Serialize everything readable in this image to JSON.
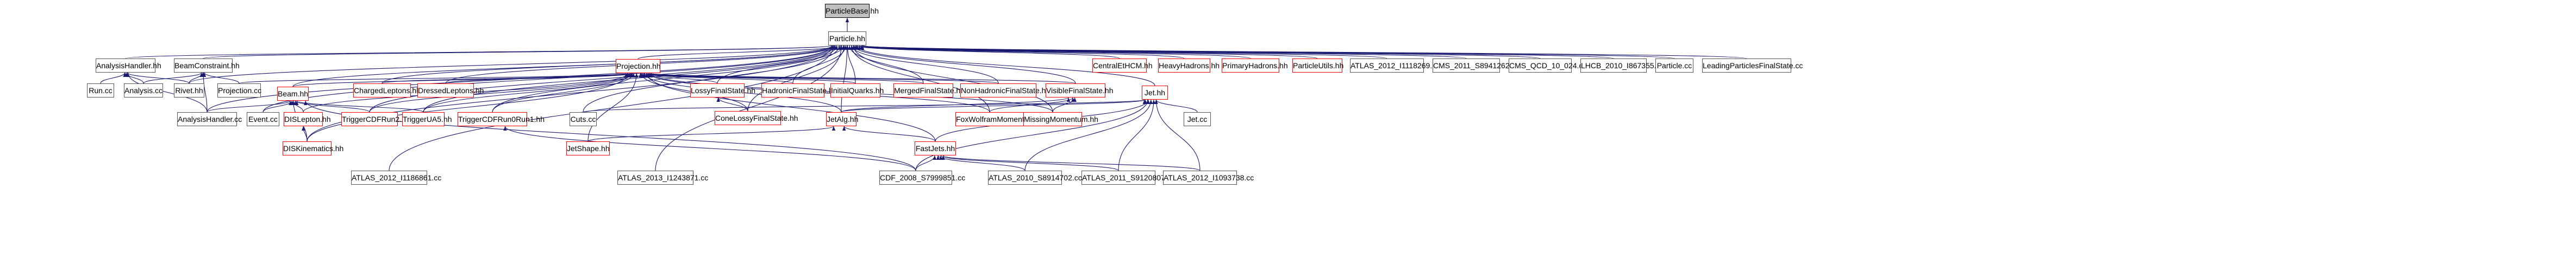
{
  "graph": {
    "edge_color": "#191970",
    "focus_fill": "#bfbfbf",
    "incomplete_border": "#ff0000",
    "nodes": [
      {
        "id": "particlebase",
        "label": "ParticleBase.hh",
        "focus": true
      },
      {
        "id": "particle",
        "label": "Particle.hh"
      },
      {
        "id": "analysishandler_hh",
        "label": "AnalysisHandler.hh"
      },
      {
        "id": "beamconstraint_hh",
        "label": "BeamConstraint.hh"
      },
      {
        "id": "projection_hh",
        "label": "Projection.hh",
        "red": true
      },
      {
        "id": "centraletahcm",
        "label": "CentralEtHCM.hh",
        "red": true
      },
      {
        "id": "heavyhadrons",
        "label": "HeavyHadrons.hh",
        "red": true
      },
      {
        "id": "primaryhadrons",
        "label": "PrimaryHadrons.hh",
        "red": true
      },
      {
        "id": "particleutils",
        "label": "ParticleUtils.hh",
        "red": true
      },
      {
        "id": "atlas2012_1118269",
        "label": "ATLAS_2012_I1118269.cc"
      },
      {
        "id": "cms2011_s8941262",
        "label": "CMS_2011_S8941262.cc"
      },
      {
        "id": "cmsqcd10024",
        "label": "CMS_QCD_10_024.cc"
      },
      {
        "id": "lhcb2010_i867355",
        "label": "LHCB_2010_I867355.cc"
      },
      {
        "id": "particle_cc",
        "label": "Particle.cc"
      },
      {
        "id": "leadingparticles",
        "label": "LeadingParticlesFinalState.cc"
      },
      {
        "id": "run_cc",
        "label": "Run.cc"
      },
      {
        "id": "analysis_cc",
        "label": "Analysis.cc"
      },
      {
        "id": "rivet_hh",
        "label": "Rivet.hh"
      },
      {
        "id": "projection_cc",
        "label": "Projection.cc"
      },
      {
        "id": "chargedleptons",
        "label": "ChargedLeptons.hh",
        "red": true
      },
      {
        "id": "dressedleptons",
        "label": "DressedLeptons.hh",
        "red": true
      },
      {
        "id": "lossyfinalstate",
        "label": "LossyFinalState.hh",
        "red": true
      },
      {
        "id": "hadronicfinalstate",
        "label": "HadronicFinalState.hh",
        "red": true
      },
      {
        "id": "initialquarks",
        "label": "InitialQuarks.hh",
        "red": true
      },
      {
        "id": "mergedfinalstate",
        "label": "MergedFinalState.hh",
        "red": true
      },
      {
        "id": "nonhadronicfinalstate",
        "label": "NonHadronicFinalState.hh",
        "red": true
      },
      {
        "id": "visiblefinalstate",
        "label": "VisibleFinalState.hh",
        "red": true
      },
      {
        "id": "beam_hh",
        "label": "Beam.hh",
        "red": true
      },
      {
        "id": "jet_hh",
        "label": "Jet.hh",
        "red": true
      },
      {
        "id": "analysishandler_cc",
        "label": "AnalysisHandler.cc"
      },
      {
        "id": "event_cc",
        "label": "Event.cc"
      },
      {
        "id": "dislepton",
        "label": "DISLepton.hh",
        "red": true
      },
      {
        "id": "triggercdfrun2",
        "label": "TriggerCDFRun2.hh",
        "red": true
      },
      {
        "id": "triggerua5",
        "label": "TriggerUA5.hh",
        "red": true
      },
      {
        "id": "triggercdfrun0run1",
        "label": "TriggerCDFRun0Run1.hh",
        "red": true
      },
      {
        "id": "cuts_cc",
        "label": "Cuts.cc"
      },
      {
        "id": "conelossyfinalstate",
        "label": "ConeLossyFinalState.hh",
        "red": true
      },
      {
        "id": "foxwolfram",
        "label": "FoxWolframMoments.hh",
        "red": true
      },
      {
        "id": "missingmomentum",
        "label": "MissingMomentum.hh",
        "red": true
      },
      {
        "id": "jetalg",
        "label": "JetAlg.hh",
        "red": true
      },
      {
        "id": "jet_cc",
        "label": "Jet.cc"
      },
      {
        "id": "diskinematics",
        "label": "DISKinematics.hh",
        "red": true
      },
      {
        "id": "jetshape",
        "label": "JetShape.hh",
        "red": true
      },
      {
        "id": "fastjets",
        "label": "FastJets.hh",
        "red": true
      },
      {
        "id": "atlas2012_i1186861",
        "label": "ATLAS_2012_I1186861.cc"
      },
      {
        "id": "atlas2013_i1243871",
        "label": "ATLAS_2013_I1243871.cc"
      },
      {
        "id": "cdf2008_s7999851",
        "label": "CDF_2008_S7999851.cc"
      },
      {
        "id": "atlas2010_s8914702",
        "label": "ATLAS_2010_S8914702.cc"
      },
      {
        "id": "atlas2011_s9120807",
        "label": "ATLAS_2011_S9120807.cc"
      },
      {
        "id": "atlas2012_i1093738",
        "label": "ATLAS_2012_I1093738.cc"
      }
    ],
    "edges": [
      [
        "particle",
        "particlebase"
      ],
      [
        "analysishandler_hh",
        "particle"
      ],
      [
        "beamconstraint_hh",
        "particle"
      ],
      [
        "projection_hh",
        "particle"
      ],
      [
        "centraletahcm",
        "particle"
      ],
      [
        "heavyhadrons",
        "particle"
      ],
      [
        "primaryhadrons",
        "particle"
      ],
      [
        "particleutils",
        "particle"
      ],
      [
        "atlas2012_1118269",
        "particle"
      ],
      [
        "cms2011_s8941262",
        "particle"
      ],
      [
        "cmsqcd10024",
        "particle"
      ],
      [
        "lhcb2010_i867355",
        "particle"
      ],
      [
        "particle_cc",
        "particle"
      ],
      [
        "leadingparticles",
        "particle"
      ],
      [
        "rivet_hh",
        "particle"
      ],
      [
        "beam_hh",
        "particle"
      ],
      [
        "jet_hh",
        "particle"
      ],
      [
        "chargedleptons",
        "particle"
      ],
      [
        "dressedleptons",
        "particle"
      ],
      [
        "lossyfinalstate",
        "particle"
      ],
      [
        "hadronicfinalstate",
        "particle"
      ],
      [
        "initialquarks",
        "particle"
      ],
      [
        "mergedfinalstate",
        "particle"
      ],
      [
        "nonhadronicfinalstate",
        "particle"
      ],
      [
        "visiblefinalstate",
        "particle"
      ],
      [
        "analysishandler_cc",
        "particle"
      ],
      [
        "event_cc",
        "particle"
      ],
      [
        "triggercdfrun2",
        "particle"
      ],
      [
        "triggerua5",
        "particle"
      ],
      [
        "triggercdfrun0run1",
        "particle"
      ],
      [
        "cuts_cc",
        "particle"
      ],
      [
        "jetalg",
        "particle"
      ],
      [
        "diskinematics",
        "particle"
      ],
      [
        "atlas2012_i1186861",
        "particle"
      ],
      [
        "atlas2013_i1243871",
        "particle"
      ],
      [
        "conelossyfinalstate",
        "particle"
      ],
      [
        "foxwolfram",
        "particle"
      ],
      [
        "missingmomentum",
        "particle"
      ],
      [
        "run_cc",
        "analysishandler_hh"
      ],
      [
        "analysis_cc",
        "analysishandler_hh"
      ],
      [
        "rivet_hh",
        "analysishandler_hh"
      ],
      [
        "analysishandler_cc",
        "analysishandler_hh"
      ],
      [
        "analysis_cc",
        "beamconstraint_hh"
      ],
      [
        "rivet_hh",
        "beamconstraint_hh"
      ],
      [
        "projection_cc",
        "beamconstraint_hh"
      ],
      [
        "analysishandler_cc",
        "beamconstraint_hh"
      ],
      [
        "chargedleptons",
        "projection_hh"
      ],
      [
        "dressedleptons",
        "projection_hh"
      ],
      [
        "lossyfinalstate",
        "projection_hh"
      ],
      [
        "hadronicfinalstate",
        "projection_hh"
      ],
      [
        "initialquarks",
        "projection_hh"
      ],
      [
        "mergedfinalstate",
        "projection_hh"
      ],
      [
        "nonhadronicfinalstate",
        "projection_hh"
      ],
      [
        "visiblefinalstate",
        "projection_hh"
      ],
      [
        "beam_hh",
        "projection_hh"
      ],
      [
        "projection_cc",
        "projection_hh"
      ],
      [
        "triggercdfrun2",
        "projection_hh"
      ],
      [
        "triggerua5",
        "projection_hh"
      ],
      [
        "triggercdfrun0run1",
        "projection_hh"
      ],
      [
        "jetalg",
        "projection_hh"
      ],
      [
        "fastjets",
        "projection_hh"
      ],
      [
        "jetshape",
        "projection_hh"
      ],
      [
        "conelossyfinalstate",
        "projection_hh"
      ],
      [
        "foxwolfram",
        "projection_hh"
      ],
      [
        "missingmomentum",
        "projection_hh"
      ],
      [
        "diskinematics",
        "projection_hh"
      ],
      [
        "dislepton",
        "projection_hh"
      ],
      [
        "analysishandler_cc",
        "beam_hh"
      ],
      [
        "event_cc",
        "beam_hh"
      ],
      [
        "dislepton",
        "beam_hh"
      ],
      [
        "triggercdfrun2",
        "beam_hh"
      ],
      [
        "triggerua5",
        "beam_hh"
      ],
      [
        "diskinematics",
        "beam_hh"
      ],
      [
        "cdf2008_s7999851",
        "beam_hh"
      ],
      [
        "diskinematics",
        "dislepton"
      ],
      [
        "conelossyfinalstate",
        "lossyfinalstate"
      ],
      [
        "foxwolfram",
        "visiblefinalstate"
      ],
      [
        "missingmomentum",
        "visiblefinalstate"
      ],
      [
        "jetalg",
        "visiblefinalstate"
      ],
      [
        "jetalg",
        "jet_hh"
      ],
      [
        "jet_cc",
        "jet_hh"
      ],
      [
        "fastjets",
        "jet_hh"
      ],
      [
        "cdf2008_s7999851",
        "jet_hh"
      ],
      [
        "atlas2010_s8914702",
        "jet_hh"
      ],
      [
        "atlas2011_s9120807",
        "jet_hh"
      ],
      [
        "atlas2012_i1093738",
        "jet_hh"
      ],
      [
        "cuts_cc",
        "jet_hh"
      ],
      [
        "jetshape",
        "jetalg"
      ],
      [
        "fastjets",
        "jetalg"
      ],
      [
        "cdf2008_s7999851",
        "fastjets"
      ],
      [
        "atlas2010_s8914702",
        "fastjets"
      ],
      [
        "atlas2011_s9120807",
        "fastjets"
      ],
      [
        "atlas2012_i1093738",
        "fastjets"
      ],
      [
        "cdf2008_s7999851",
        "triggercdfrun0run1"
      ]
    ]
  }
}
